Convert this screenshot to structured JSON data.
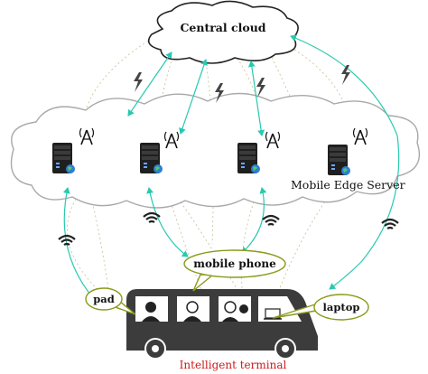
{
  "labels": {
    "central_cloud": "Central cloud",
    "mobile_edge_server": "Mobile Edge Server",
    "mobile_phone": "mobile phone",
    "pad": "pad",
    "laptop": "laptop",
    "intelligent_terminal": "Intelligent terminal"
  },
  "colors": {
    "link_arrow": "#28c9b0",
    "bubble_border": "#8a9a1a",
    "terminal_label": "#cc1a1a",
    "bus": "#3c3c3c",
    "cloud_stroke": "#a9a9a9",
    "dashed_link": "#c2bf95"
  }
}
